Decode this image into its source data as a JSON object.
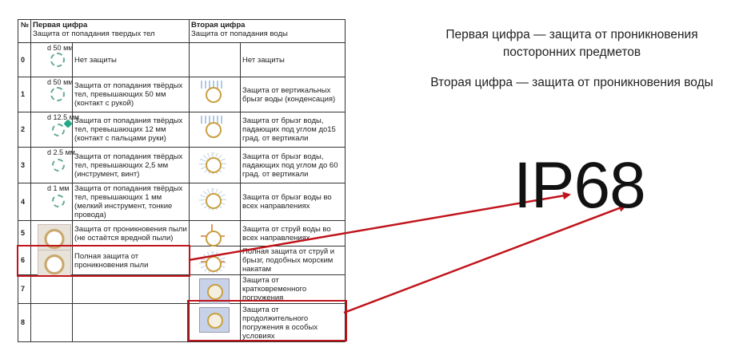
{
  "table": {
    "col_num": "№",
    "first": {
      "title": "Первая цифра",
      "subtitle": "Защита от попадания твердых тел"
    },
    "second": {
      "title": "Вторая цифра",
      "subtitle": "Защита от попадания воды"
    },
    "rows": [
      {
        "num": "0",
        "size": "d 50 мм",
        "first": "Нет защиты",
        "second": "Нет защиты"
      },
      {
        "num": "1",
        "size": "d 50 мм",
        "first": "Защита от попадания твёрдых тел, превышающих 50 мм (контакт с рукой)",
        "second": "Защита от вертикальных брызг воды (конденсация)"
      },
      {
        "num": "2",
        "size": "d 12.5 мм",
        "first": "Защита от попадания твёрдых тел, превышающих 12 мм (контакт с пальцами руки)",
        "second": "Защита от брызг воды, падающих под углом до15 град. от вертикали"
      },
      {
        "num": "3",
        "size": "d 2.5 мм",
        "first": "Защита от попадания твёрдых тел, превышающих 2,5 мм (инструмент, винт)",
        "second": "Защита от брызг воды, падающих под углом до 60 град. от вертикали"
      },
      {
        "num": "4",
        "size": "d 1 мм",
        "first": "Защита от попадания твёрдых тел, превышающих 1 мм (мелкий инструмент, тонкие провода)",
        "second": "Защита от брызг воды во всех направлениях"
      },
      {
        "num": "5",
        "size": "",
        "first": "Защита от проникновения пыли (не остаётся вредной пыли)",
        "second": "Защита от струй воды во всех направлениях"
      },
      {
        "num": "6",
        "size": "",
        "first": "Полная защита от проникновения пыли",
        "second": "Полная защита от струй и брызг, подобных морским накатам"
      },
      {
        "num": "7",
        "size": "",
        "first": "",
        "second": "Защита от кратковременного погружения"
      },
      {
        "num": "8",
        "size": "",
        "first": "",
        "second": "Защита от продолжительного погружения в особых условиях"
      }
    ]
  },
  "notes": {
    "first_digit": "Первая цифра — защита от проникновения посторонних предметов",
    "second_digit": "Вторая цифра — защита от проникновения воды"
  },
  "code": "IP68",
  "colors": {
    "highlight": "#c0141b"
  }
}
